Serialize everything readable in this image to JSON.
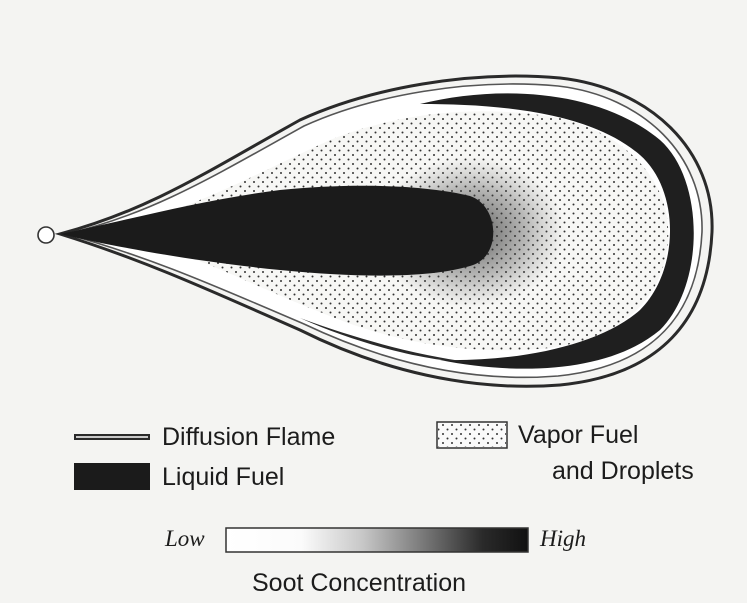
{
  "legend": {
    "diffusion_flame": "Diffusion Flame",
    "liquid_fuel": "Liquid Fuel",
    "vapor_fuel": "Vapor Fuel",
    "and_droplets": "and Droplets"
  },
  "scale": {
    "low": "Low",
    "high": "High",
    "title": "Soot Concentration"
  },
  "colors": {
    "liquid": "#1b1b1b",
    "soot_band": "#1f1f1f",
    "flame_outline": "#2a2a2a",
    "vapor_fill": "#f7f7f5",
    "background": "#f4f4f2"
  }
}
